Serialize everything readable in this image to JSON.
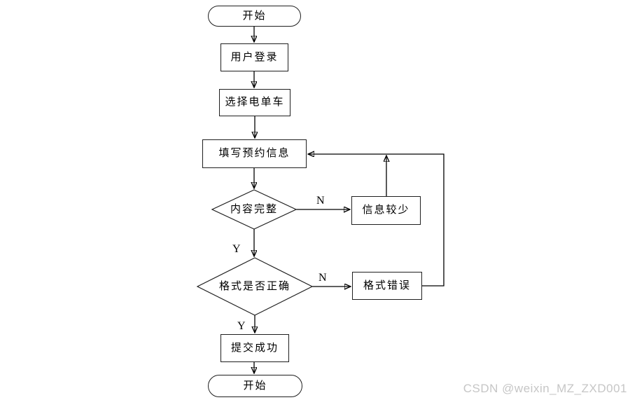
{
  "diagram": {
    "nodes": {
      "start_top": {
        "shape": "terminator",
        "label": "开始"
      },
      "user_login": {
        "shape": "process",
        "label": "用户登录"
      },
      "select_ebike": {
        "shape": "process",
        "label": "选择电单车"
      },
      "fill_reservation_info": {
        "shape": "process",
        "label": "填写预约信息"
      },
      "content_complete": {
        "shape": "decision",
        "label": "内容完整"
      },
      "info_too_little": {
        "shape": "process",
        "label": "信息较少"
      },
      "format_correct": {
        "shape": "decision",
        "label": "格式是否正确"
      },
      "format_error": {
        "shape": "process",
        "label": "格式错误"
      },
      "submit_success": {
        "shape": "process",
        "label": "提交成功"
      },
      "end_bottom": {
        "shape": "terminator",
        "label": "开始"
      }
    },
    "edge_labels": {
      "content_complete_no": "N",
      "content_complete_yes": "Y",
      "format_correct_no": "N",
      "format_correct_yes": "Y"
    },
    "colors": {
      "stroke": "#000000",
      "node_fill": "#ffffff",
      "background": "#ffffff",
      "watermark_text": "#c6c6c6"
    }
  },
  "watermark": {
    "text": "CSDN @weixin_MZ_ZXD001"
  }
}
